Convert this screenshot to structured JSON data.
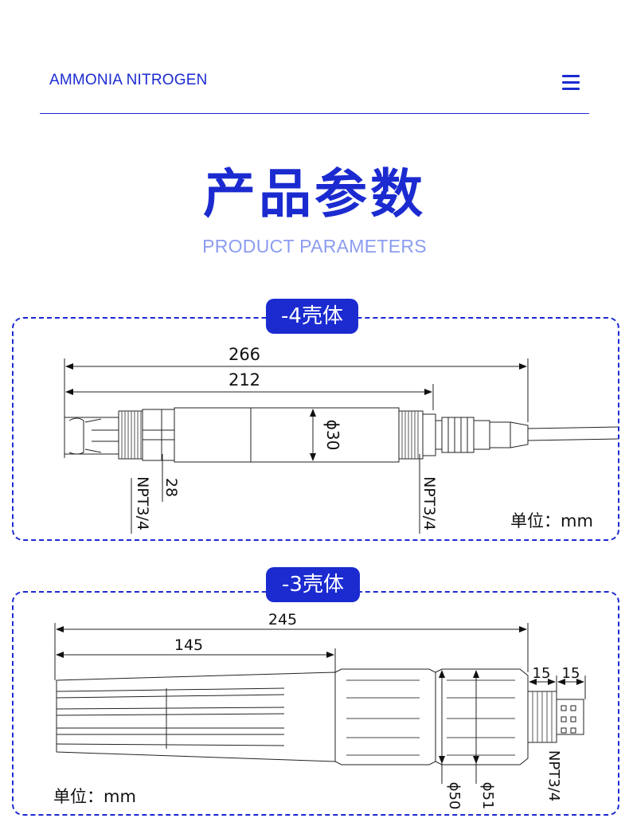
{
  "header": {
    "brand": "AMMONIA NITROGEN",
    "menu_icon": "hamburger-menu-icon"
  },
  "title": {
    "main": "产品参数",
    "sub": "PRODUCT PARAMETERS"
  },
  "panel1": {
    "tag": "-4壳体",
    "unit": "单位：mm",
    "dim_total": "266",
    "dim_body": "212",
    "dim_diameter": "ϕ30",
    "dim_hex": "28",
    "thread_left": "NPT3/4",
    "thread_right": "NPT3/4"
  },
  "panel2": {
    "tag": "-3壳体",
    "unit": "单位：mm",
    "dim_total": "245",
    "dim_guard": "145",
    "dim_thread": "15",
    "dim_connector": "15",
    "dim_d50": "ϕ50",
    "dim_d51": "ϕ51",
    "thread": "NPT3/4"
  },
  "colors": {
    "brand": "#1b2bd0",
    "subtitle": "#8c9cf0"
  }
}
